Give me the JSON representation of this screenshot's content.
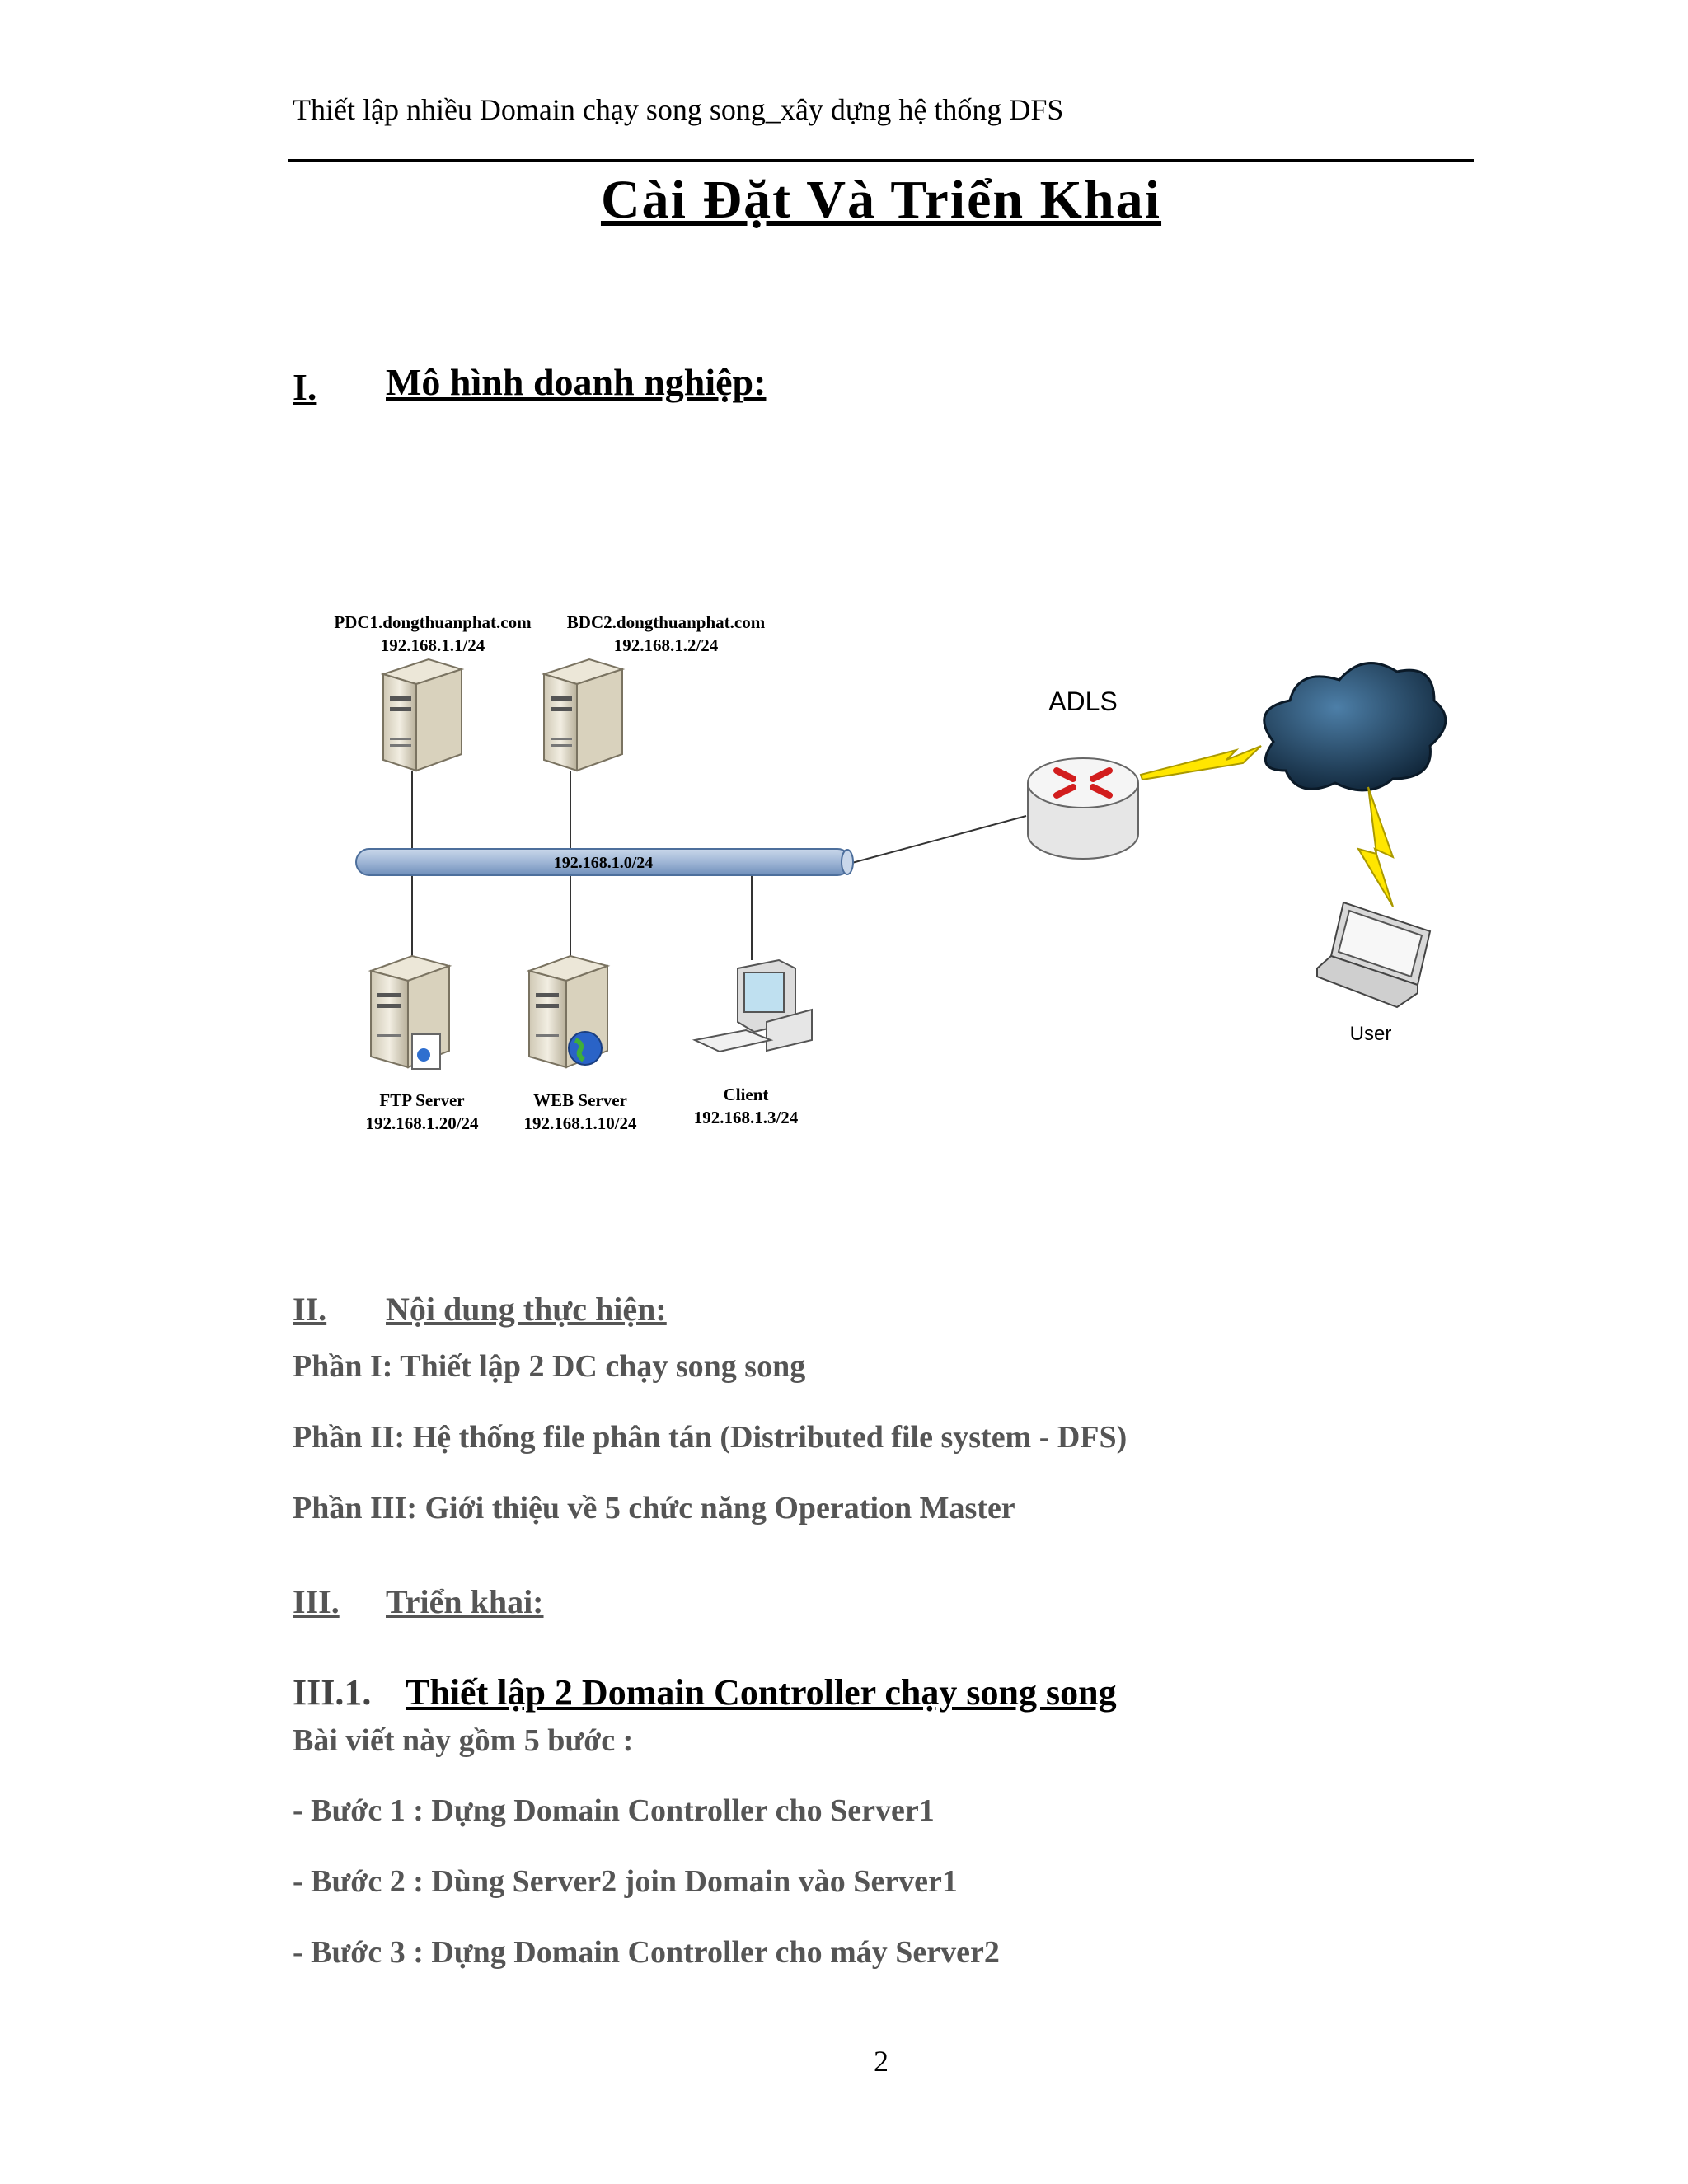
{
  "header": {
    "text": "Thiết lập nhiều Domain chạy song song_xây dựng hệ thống DFS"
  },
  "title": "Cài Đặt Và Triển Khai",
  "section1": {
    "number": "I.",
    "title": "Mô hình doanh nghiệp:"
  },
  "diagram": {
    "pdc1": {
      "name": "PDC1.dongthuanphat.com",
      "ip": "192.168.1.1/24"
    },
    "bdc2": {
      "name": "BDC2.dongthuanphat.com",
      "ip": "192.168.1.2/24"
    },
    "network": "192.168.1.0/24",
    "ftp": {
      "name": "FTP Server",
      "ip": "192.168.1.20/24"
    },
    "web": {
      "name": "WEB Server",
      "ip": "192.168.1.10/24"
    },
    "client": {
      "name": "Client",
      "ip": "192.168.1.3/24"
    },
    "router": "ADLS",
    "user": "User"
  },
  "section2": {
    "number": "II.",
    "title": "Nội dung thực hiện:",
    "items": [
      "Phần I: Thiết lập 2 DC chạy song song",
      "Phần II: Hệ thống file phân tán (Distributed file system - DFS)",
      "Phần III: Giới thiệu về 5 chức năng Operation Master"
    ]
  },
  "section3": {
    "number": "III.",
    "title": "Triển khai:",
    "sub": {
      "number": "III.1.",
      "title": "Thiết lập 2 Domain Controller chạy song song"
    },
    "intro": "Bài viết này gồm 5 bước :",
    "steps": [
      "- Bước 1 : Dựng Domain Controller cho Server1",
      "- Bước 2 : Dùng Server2 join Domain vào Server1",
      "- Bước 3 : Dựng Domain Controller cho máy Server2"
    ]
  },
  "page_number": "2"
}
